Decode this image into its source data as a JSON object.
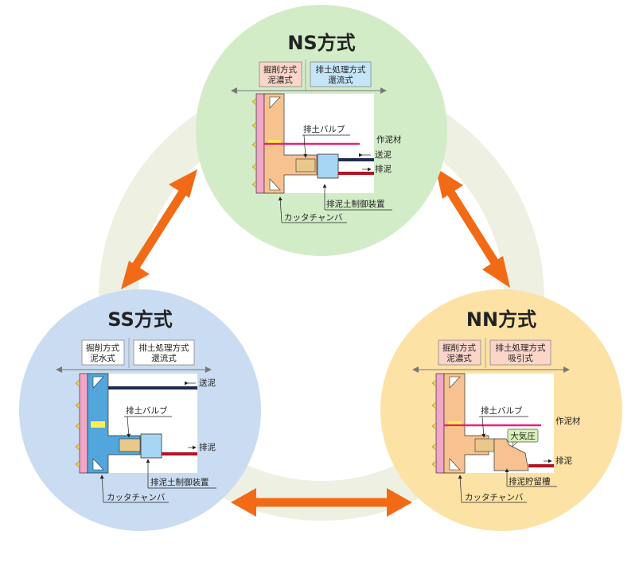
{
  "ns": {
    "title": "NS方式",
    "excavation": [
      "掘削方式",
      "泥濃式"
    ],
    "disposal": [
      "排土処理方式",
      "還流式"
    ],
    "valve": "排土バルブ",
    "mud_material": "作泥材",
    "supply": "送泥",
    "discharge": "排泥",
    "control": "排泥土制御装置",
    "chamber": "カッタチャンバ"
  },
  "ss": {
    "title": "SS方式",
    "excavation": [
      "掘削方式",
      "泥水式"
    ],
    "disposal": [
      "排土処理方式",
      "還流式"
    ],
    "supply": "送泥",
    "valve": "排土バルブ",
    "discharge": "排泥",
    "control": "排泥土制御装置",
    "chamber": "カッタチャンバ"
  },
  "nn": {
    "title": "NN方式",
    "excavation": [
      "掘削方式",
      "泥濃式"
    ],
    "disposal": [
      "排土処理方式",
      "吸引式"
    ],
    "valve": "排土バルブ",
    "mud_material": "作泥材",
    "atmosphere": "大気圧",
    "discharge": "排泥",
    "tank": "排泥貯留槽",
    "chamber": "カッタチャンバ"
  },
  "colors": {
    "ns_bg": "#d2ecc7",
    "ss_bg": "#c9dcf1",
    "nn_bg": "#fde2a6",
    "ring": "#eef0e2",
    "arrow": "#f36a16",
    "pink_box": "#fbd5c8",
    "blue_box": "#c5e6f8",
    "mud_orange": "#f7c28f",
    "water_blue": "#52a6dc",
    "supply_line": "#202a55",
    "discharge_line": "#b01425",
    "mud_line": "#e8207a",
    "face_pink": "#f2a6c8",
    "valve_yellow": "#ffee55",
    "device_blue": "#a7d6f4"
  }
}
